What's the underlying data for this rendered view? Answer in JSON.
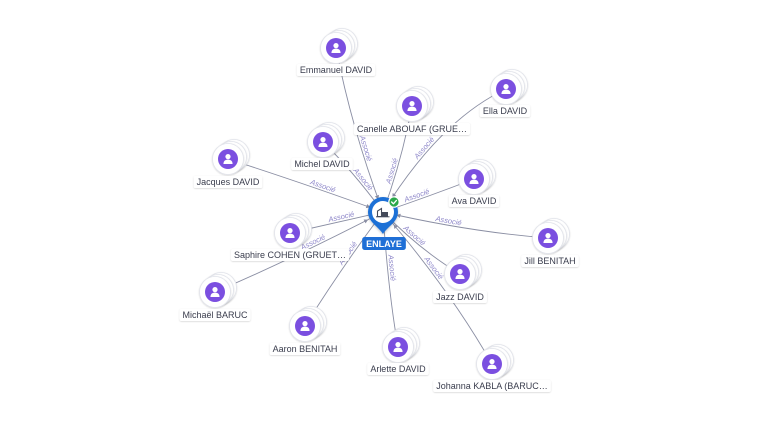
{
  "center": {
    "label": "ENLAYE",
    "icon": "company-icon",
    "badge": "verified-check-icon",
    "colors": {
      "pin": "#1f6fd6",
      "badge": "#2aa84a"
    }
  },
  "colors": {
    "person": "#7b4fe0",
    "edge": "#8a8ea3",
    "edge_label": "#8d86c9"
  },
  "people": [
    {
      "id": "emmanuel-david",
      "name": "Emmanuel DAVID",
      "relation": "Associé"
    },
    {
      "id": "canelle-abouaf",
      "name": "Canelle ABOUAF (GRUE…",
      "relation": "Associé"
    },
    {
      "id": "ella-david",
      "name": "Ella DAVID",
      "relation": "Associé"
    },
    {
      "id": "michel-david",
      "name": "Michel DAVID",
      "relation": "Associé"
    },
    {
      "id": "jacques-david",
      "name": "Jacques DAVID",
      "relation": "Associé"
    },
    {
      "id": "ava-david",
      "name": "Ava DAVID",
      "relation": "Associé"
    },
    {
      "id": "jill-benitah",
      "name": "Jill BENITAH",
      "relation": "Associé"
    },
    {
      "id": "saphire-cohen",
      "name": "Saphire COHEN (GRUET…",
      "relation": "Associé"
    },
    {
      "id": "jazz-david",
      "name": "Jazz DAVID",
      "relation": "Associé"
    },
    {
      "id": "michael-baruc",
      "name": "Michaël BARUC",
      "relation": "Associé"
    },
    {
      "id": "aaron-benitah",
      "name": "Aaron BENITAH",
      "relation": "Associé"
    },
    {
      "id": "arlette-david",
      "name": "Arlette DAVID",
      "relation": "Associé"
    },
    {
      "id": "johanna-kabla",
      "name": "Johanna KABLA (BARUC…",
      "relation": "Associé"
    }
  ]
}
